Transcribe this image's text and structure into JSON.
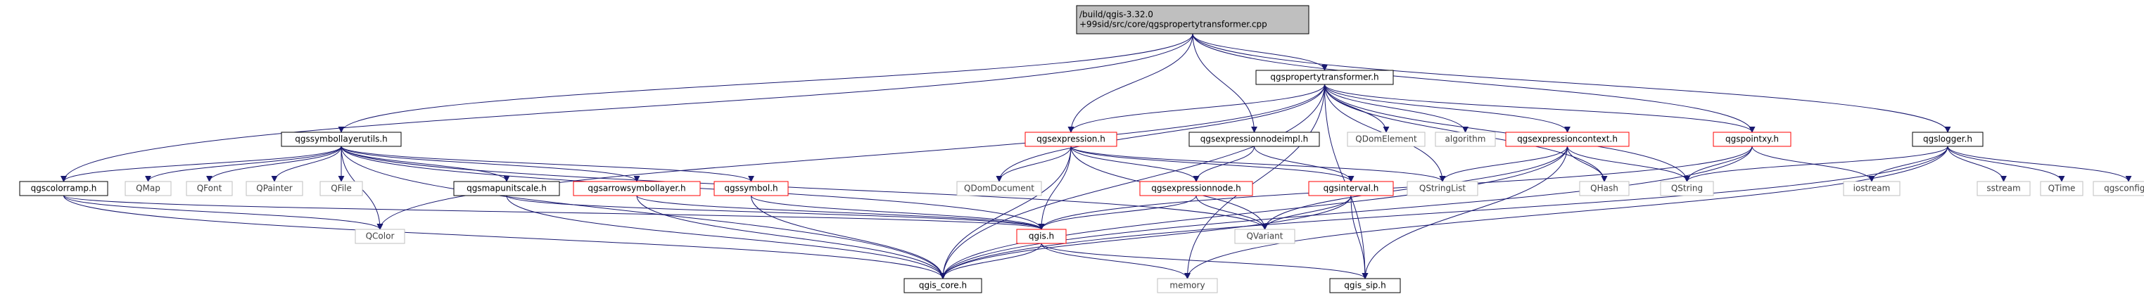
{
  "colors": {
    "edge": "#191970",
    "border_black": "#000000",
    "border_red": "#ff0000",
    "border_gray": "#bfbfbf",
    "root_fill": "#bfbfbf",
    "text": "#000000",
    "text_gray": "#404040"
  },
  "nodes": [
    {
      "id": "root",
      "lines": [
        "/build/qgis-3.32.0",
        "+99sid/src/core/qgspropertytransformer.cpp"
      ],
      "style": "root"
    },
    {
      "id": "qgspropertytransformer_h",
      "lines": [
        "qgspropertytransformer.h"
      ],
      "style": "black"
    },
    {
      "id": "qgssymbollayerutils_h",
      "lines": [
        "qgssymbollayerutils.h"
      ],
      "style": "black"
    },
    {
      "id": "qgsexpression_h",
      "lines": [
        "qgsexpression.h"
      ],
      "style": "red"
    },
    {
      "id": "qgsexpressionnodeimpl_h",
      "lines": [
        "qgsexpressionnodeimpl.h"
      ],
      "style": "black"
    },
    {
      "id": "qdomelement",
      "lines": [
        "QDomElement"
      ],
      "style": "gray"
    },
    {
      "id": "algorithm",
      "lines": [
        "algorithm"
      ],
      "style": "gray"
    },
    {
      "id": "qgsexpressioncontext_h",
      "lines": [
        "qgsexpressioncontext.h"
      ],
      "style": "red"
    },
    {
      "id": "qgspointxy_h",
      "lines": [
        "qgspointxy.h"
      ],
      "style": "red"
    },
    {
      "id": "qgslogger_h",
      "lines": [
        "qgslogger.h"
      ],
      "style": "black"
    },
    {
      "id": "qgscolorramp_h",
      "lines": [
        "qgscolorramp.h"
      ],
      "style": "black"
    },
    {
      "id": "qmap",
      "lines": [
        "QMap"
      ],
      "style": "gray"
    },
    {
      "id": "qfont",
      "lines": [
        "QFont"
      ],
      "style": "gray"
    },
    {
      "id": "qpainter",
      "lines": [
        "QPainter"
      ],
      "style": "gray"
    },
    {
      "id": "qfile",
      "lines": [
        "QFile"
      ],
      "style": "gray"
    },
    {
      "id": "qgsmapunitscale_h",
      "lines": [
        "qgsmapunitscale.h"
      ],
      "style": "black"
    },
    {
      "id": "qgsarrowsymbollayer_h",
      "lines": [
        "qgsarrowsymbollayer.h"
      ],
      "style": "red"
    },
    {
      "id": "qgssymbol_h",
      "lines": [
        "qgssymbol.h"
      ],
      "style": "red"
    },
    {
      "id": "qdomdocument",
      "lines": [
        "QDomDocument"
      ],
      "style": "gray"
    },
    {
      "id": "qgsexpressionnode_h",
      "lines": [
        "qgsexpressionnode.h"
      ],
      "style": "red"
    },
    {
      "id": "qgsinterval_h",
      "lines": [
        "qgsinterval.h"
      ],
      "style": "red"
    },
    {
      "id": "qstringlist",
      "lines": [
        "QStringList"
      ],
      "style": "gray"
    },
    {
      "id": "qhash",
      "lines": [
        "QHash"
      ],
      "style": "gray"
    },
    {
      "id": "qstring",
      "lines": [
        "QString"
      ],
      "style": "gray"
    },
    {
      "id": "iostream",
      "lines": [
        "iostream"
      ],
      "style": "gray"
    },
    {
      "id": "sstream",
      "lines": [
        "sstream"
      ],
      "style": "gray"
    },
    {
      "id": "qtime",
      "lines": [
        "QTime"
      ],
      "style": "gray"
    },
    {
      "id": "qgsconfig_h",
      "lines": [
        "qgsconfig.h"
      ],
      "style": "gray"
    },
    {
      "id": "qcolor",
      "lines": [
        "QColor"
      ],
      "style": "gray"
    },
    {
      "id": "qgis_h",
      "lines": [
        "qgis.h"
      ],
      "style": "red"
    },
    {
      "id": "qvariant",
      "lines": [
        "QVariant"
      ],
      "style": "gray"
    },
    {
      "id": "qgis_core_h",
      "lines": [
        "qgis_core.h"
      ],
      "style": "black"
    },
    {
      "id": "memory",
      "lines": [
        "memory"
      ],
      "style": "gray"
    },
    {
      "id": "qgis_sip_h",
      "lines": [
        "qgis_sip.h"
      ],
      "style": "black"
    }
  ],
  "edges": [
    [
      "root",
      "qgspropertytransformer_h"
    ],
    [
      "root",
      "qgssymbollayerutils_h"
    ],
    [
      "root",
      "qgsexpression_h"
    ],
    [
      "root",
      "qgsexpressionnodeimpl_h"
    ],
    [
      "root",
      "qgspointxy_h"
    ],
    [
      "root",
      "qgslogger_h"
    ],
    [
      "root",
      "qgscolorramp_h"
    ],
    [
      "qgspropertytransformer_h",
      "qgsexpression_h"
    ],
    [
      "qgspropertytransformer_h",
      "qdomelement"
    ],
    [
      "qgspropertytransformer_h",
      "algorithm"
    ],
    [
      "qgspropertytransformer_h",
      "qgsexpressioncontext_h"
    ],
    [
      "qgspropertytransformer_h",
      "qgspointxy_h"
    ],
    [
      "qgspropertytransformer_h",
      "qcolor"
    ],
    [
      "qgspropertytransformer_h",
      "qdomdocument"
    ],
    [
      "qgspropertytransformer_h",
      "qstringlist"
    ],
    [
      "qgspropertytransformer_h",
      "qhash"
    ],
    [
      "qgspropertytransformer_h",
      "qstring"
    ],
    [
      "qgspropertytransformer_h",
      "qgis_core_h"
    ],
    [
      "qgspropertytransformer_h",
      "qgis_sip_h"
    ],
    [
      "qgspropertytransformer_h",
      "memory"
    ],
    [
      "qgssymbollayerutils_h",
      "qgscolorramp_h"
    ],
    [
      "qgssymbollayerutils_h",
      "qmap"
    ],
    [
      "qgssymbollayerutils_h",
      "qfont"
    ],
    [
      "qgssymbollayerutils_h",
      "qpainter"
    ],
    [
      "qgssymbollayerutils_h",
      "qfile"
    ],
    [
      "qgssymbollayerutils_h",
      "qcolor"
    ],
    [
      "qgssymbollayerutils_h",
      "qgsmapunitscale_h"
    ],
    [
      "qgssymbollayerutils_h",
      "qgsarrowsymbollayer_h"
    ],
    [
      "qgssymbollayerutils_h",
      "qgssymbol_h"
    ],
    [
      "qgssymbollayerutils_h",
      "qgis_h"
    ],
    [
      "qgssymbollayerutils_h",
      "qgis_core_h"
    ],
    [
      "qgssymbollayerutils_h",
      "qvariant"
    ],
    [
      "qgsexpression_h",
      "qdomdocument"
    ],
    [
      "qgsexpression_h",
      "qgsexpressionnode_h"
    ],
    [
      "qgsexpression_h",
      "qgsinterval_h"
    ],
    [
      "qgsexpression_h",
      "qstringlist"
    ],
    [
      "qgsexpression_h",
      "qvariant"
    ],
    [
      "qgsexpression_h",
      "qgis_h"
    ],
    [
      "qgsexpression_h",
      "qgis_core_h"
    ],
    [
      "qgsexpressionnodeimpl_h",
      "qgsexpressionnode_h"
    ],
    [
      "qgsexpressionnodeimpl_h",
      "qgsinterval_h"
    ],
    [
      "qgsexpressioncontext_h",
      "qstringlist"
    ],
    [
      "qgsexpressioncontext_h",
      "qhash"
    ],
    [
      "qgsexpressioncontext_h",
      "qstring"
    ],
    [
      "qgsexpressioncontext_h",
      "qvariant"
    ],
    [
      "qgsexpressioncontext_h",
      "qgis_core_h"
    ],
    [
      "qgsexpressioncontext_h",
      "qgis_sip_h"
    ],
    [
      "qgspointxy_h",
      "qstring"
    ],
    [
      "qgspointxy_h",
      "iostream"
    ],
    [
      "qgspointxy_h",
      "qgis_h"
    ],
    [
      "qgspointxy_h",
      "qgis_core_h"
    ],
    [
      "qgslogger_h",
      "qstring"
    ],
    [
      "qgslogger_h",
      "iostream"
    ],
    [
      "qgslogger_h",
      "sstream"
    ],
    [
      "qgslogger_h",
      "qtime"
    ],
    [
      "qgslogger_h",
      "qgsconfig_h"
    ],
    [
      "qgslogger_h",
      "qgis_core_h"
    ],
    [
      "qgslogger_h",
      "memory"
    ],
    [
      "qgscolorramp_h",
      "qcolor"
    ],
    [
      "qgscolorramp_h",
      "qgis_h"
    ],
    [
      "qgscolorramp_h",
      "qgis_core_h"
    ],
    [
      "qgsmapunitscale_h",
      "qgis_h"
    ],
    [
      "qgsmapunitscale_h",
      "qgis_core_h"
    ],
    [
      "qgsarrowsymbollayer_h",
      "qgis_h"
    ],
    [
      "qgsarrowsymbollayer_h",
      "qgis_core_h"
    ],
    [
      "qgssymbol_h",
      "qgis_h"
    ],
    [
      "qgssymbol_h",
      "qgis_core_h"
    ],
    [
      "qgsexpressionnode_h",
      "qgis_h"
    ],
    [
      "qgsexpressionnode_h",
      "qvariant"
    ],
    [
      "qgsinterval_h",
      "qvariant"
    ],
    [
      "qgsinterval_h",
      "qgis_core_h"
    ],
    [
      "qgsinterval_h",
      "qgis_sip_h"
    ],
    [
      "qgis_h",
      "qgis_core_h"
    ],
    [
      "qgis_h",
      "memory"
    ],
    [
      "qgis_h",
      "qgis_sip_h"
    ]
  ]
}
